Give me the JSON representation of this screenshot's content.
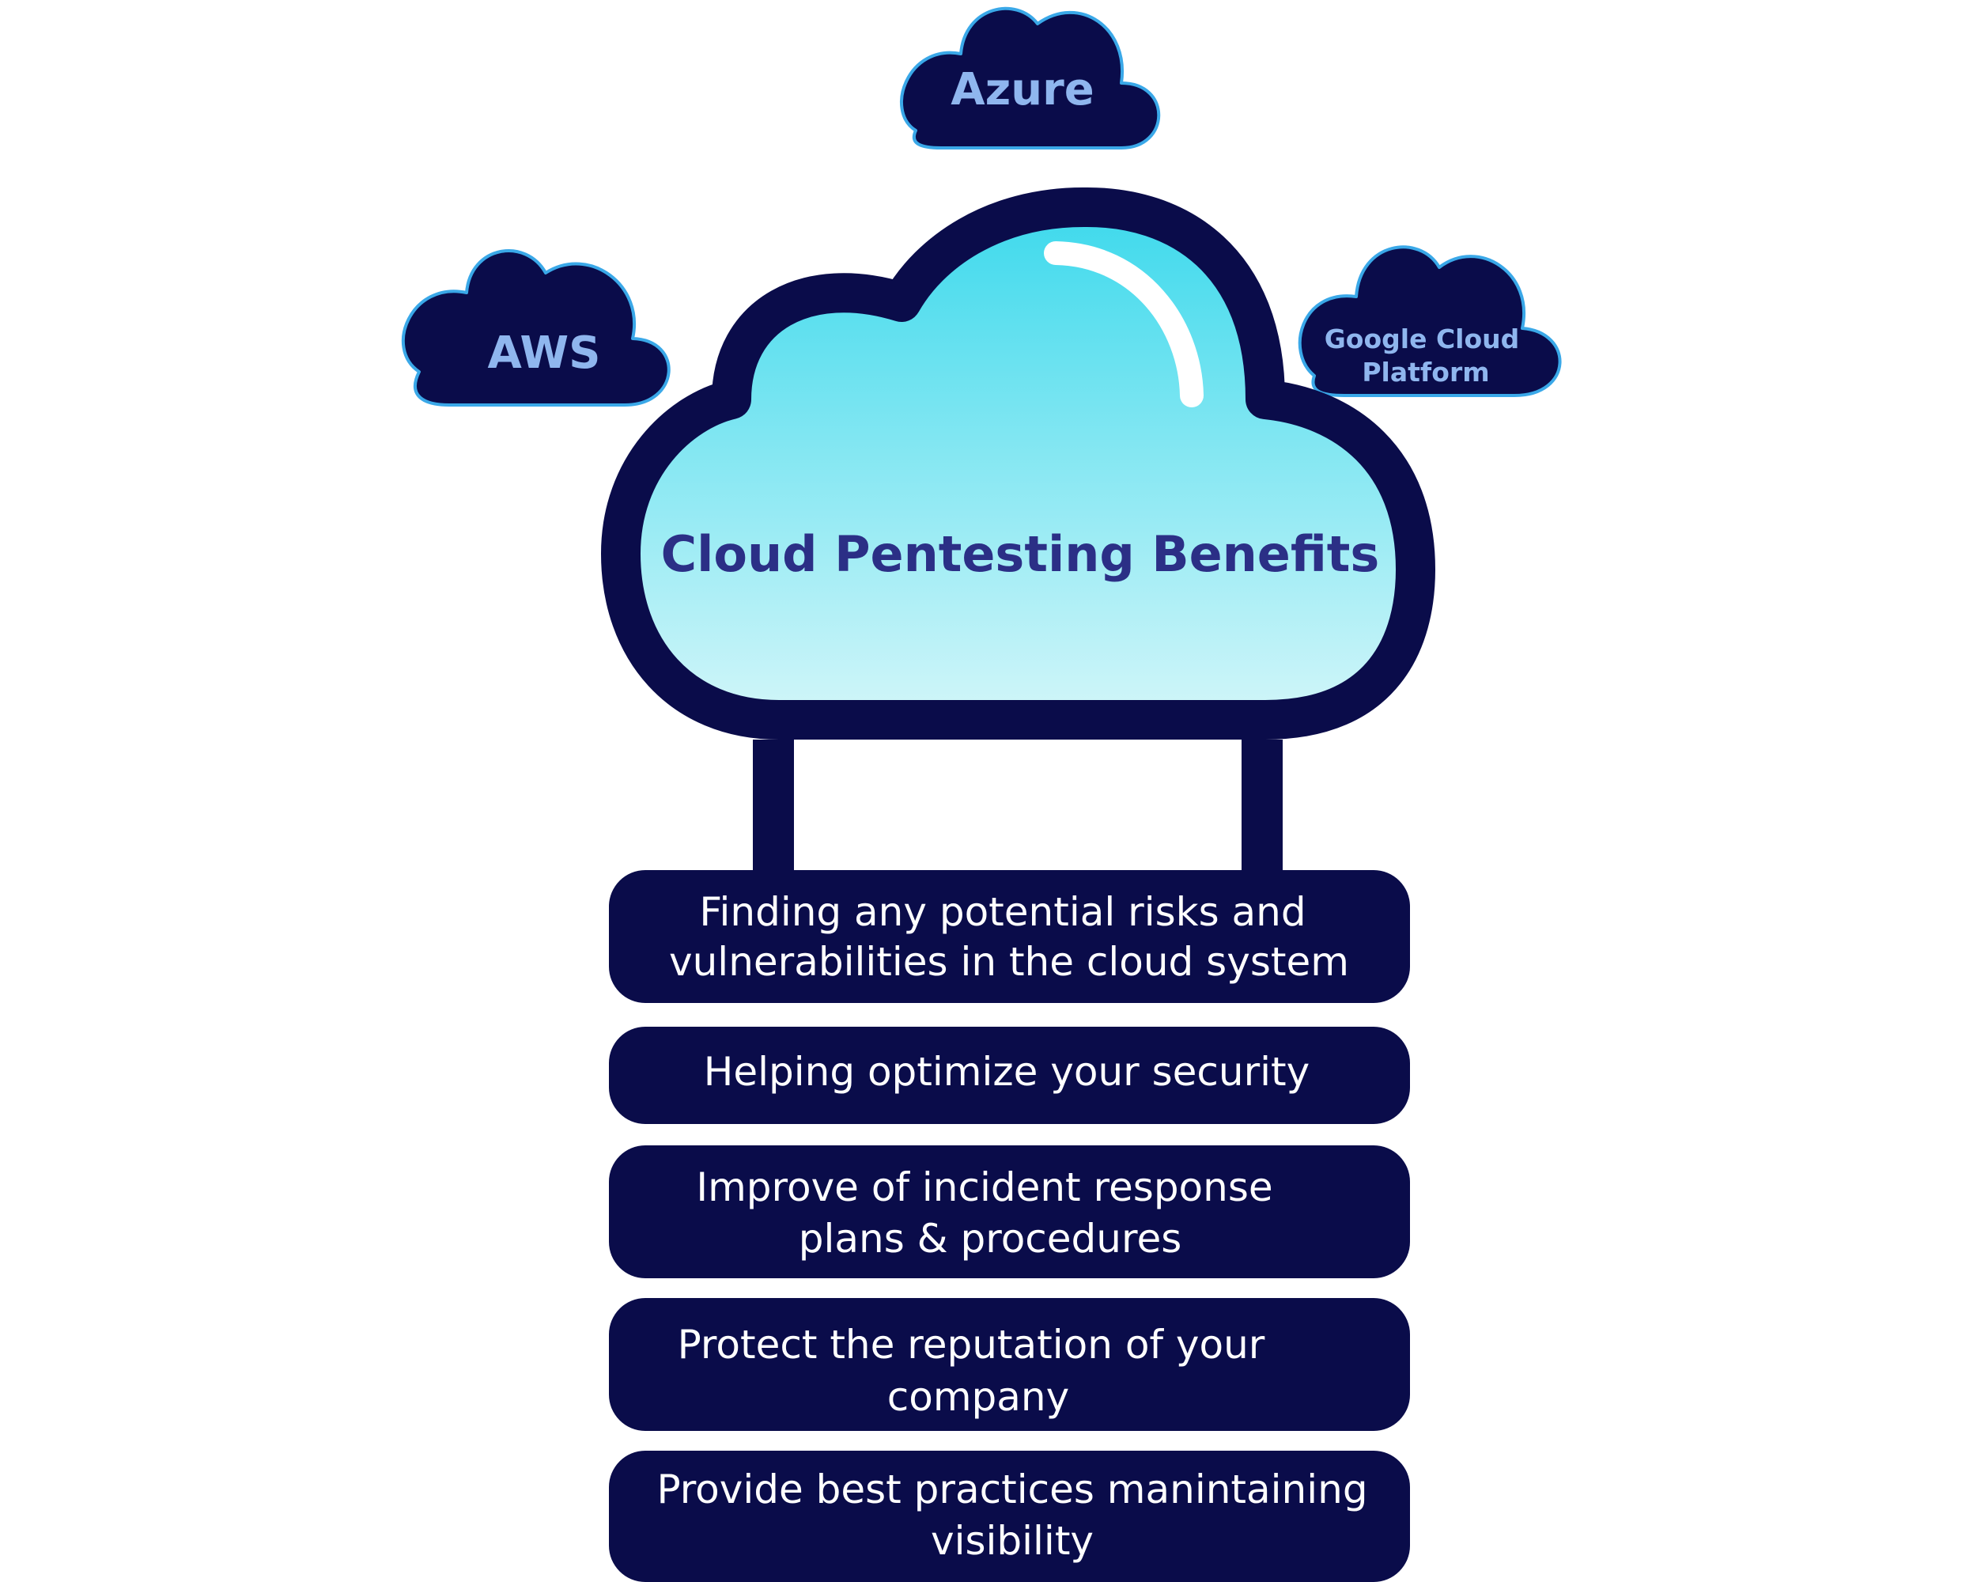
{
  "title": "Cloud Pentesting Benefits",
  "providers": {
    "left": "AWS",
    "top": "Azure",
    "right_line1": "Google Cloud",
    "right_line2": "Platform"
  },
  "benefits": [
    {
      "line1": "Finding any potential risks and",
      "line2": "vulnerabilities in the cloud system"
    },
    {
      "line1": "Helping optimize your security"
    },
    {
      "line1": "Improve of incident response",
      "line2": "plans & procedures"
    },
    {
      "line1": "Protect the reputation of your",
      "line2": "company"
    },
    {
      "line1": "Provide best practices manintaining",
      "line2": "visibility"
    }
  ],
  "colors": {
    "navy": "#0a0c4a",
    "cloud_top": "#3dd9ec",
    "cloud_bottom": "#d2f6f9",
    "title": "#2b2f86",
    "provider_text": "#8fb6ee",
    "provider_outline": "#3aa8e8"
  }
}
